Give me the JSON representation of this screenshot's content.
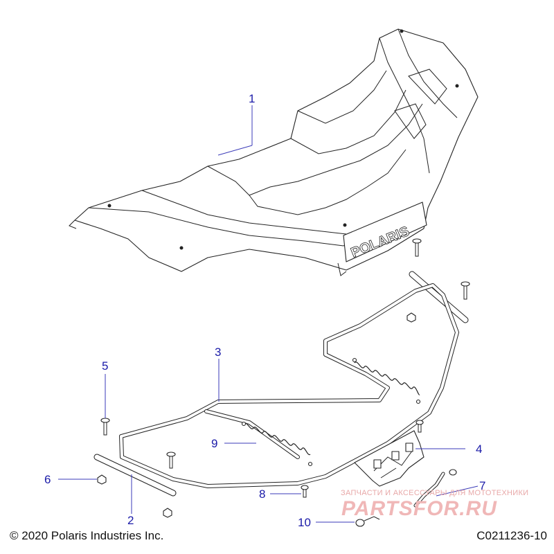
{
  "callouts": [
    "1",
    "2",
    "3",
    "4",
    "5",
    "6",
    "7",
    "8",
    "9",
    "10"
  ],
  "brand_mark": "POLARIS",
  "copyright": "© 2020 Polaris Industries Inc.",
  "figure_code": "C0211236-10",
  "watermark": {
    "tagline": "ЗАПЧАСТИ И АКСЕССУАРЫ ДЛЯ МОТОТЕХНИКИ",
    "logo": "PARTSFOR.RU"
  },
  "colors": {
    "callout": "#1a1aa8",
    "leader": "#3a3ab8",
    "line": "#222222",
    "watermark": "#f0b7b7"
  }
}
